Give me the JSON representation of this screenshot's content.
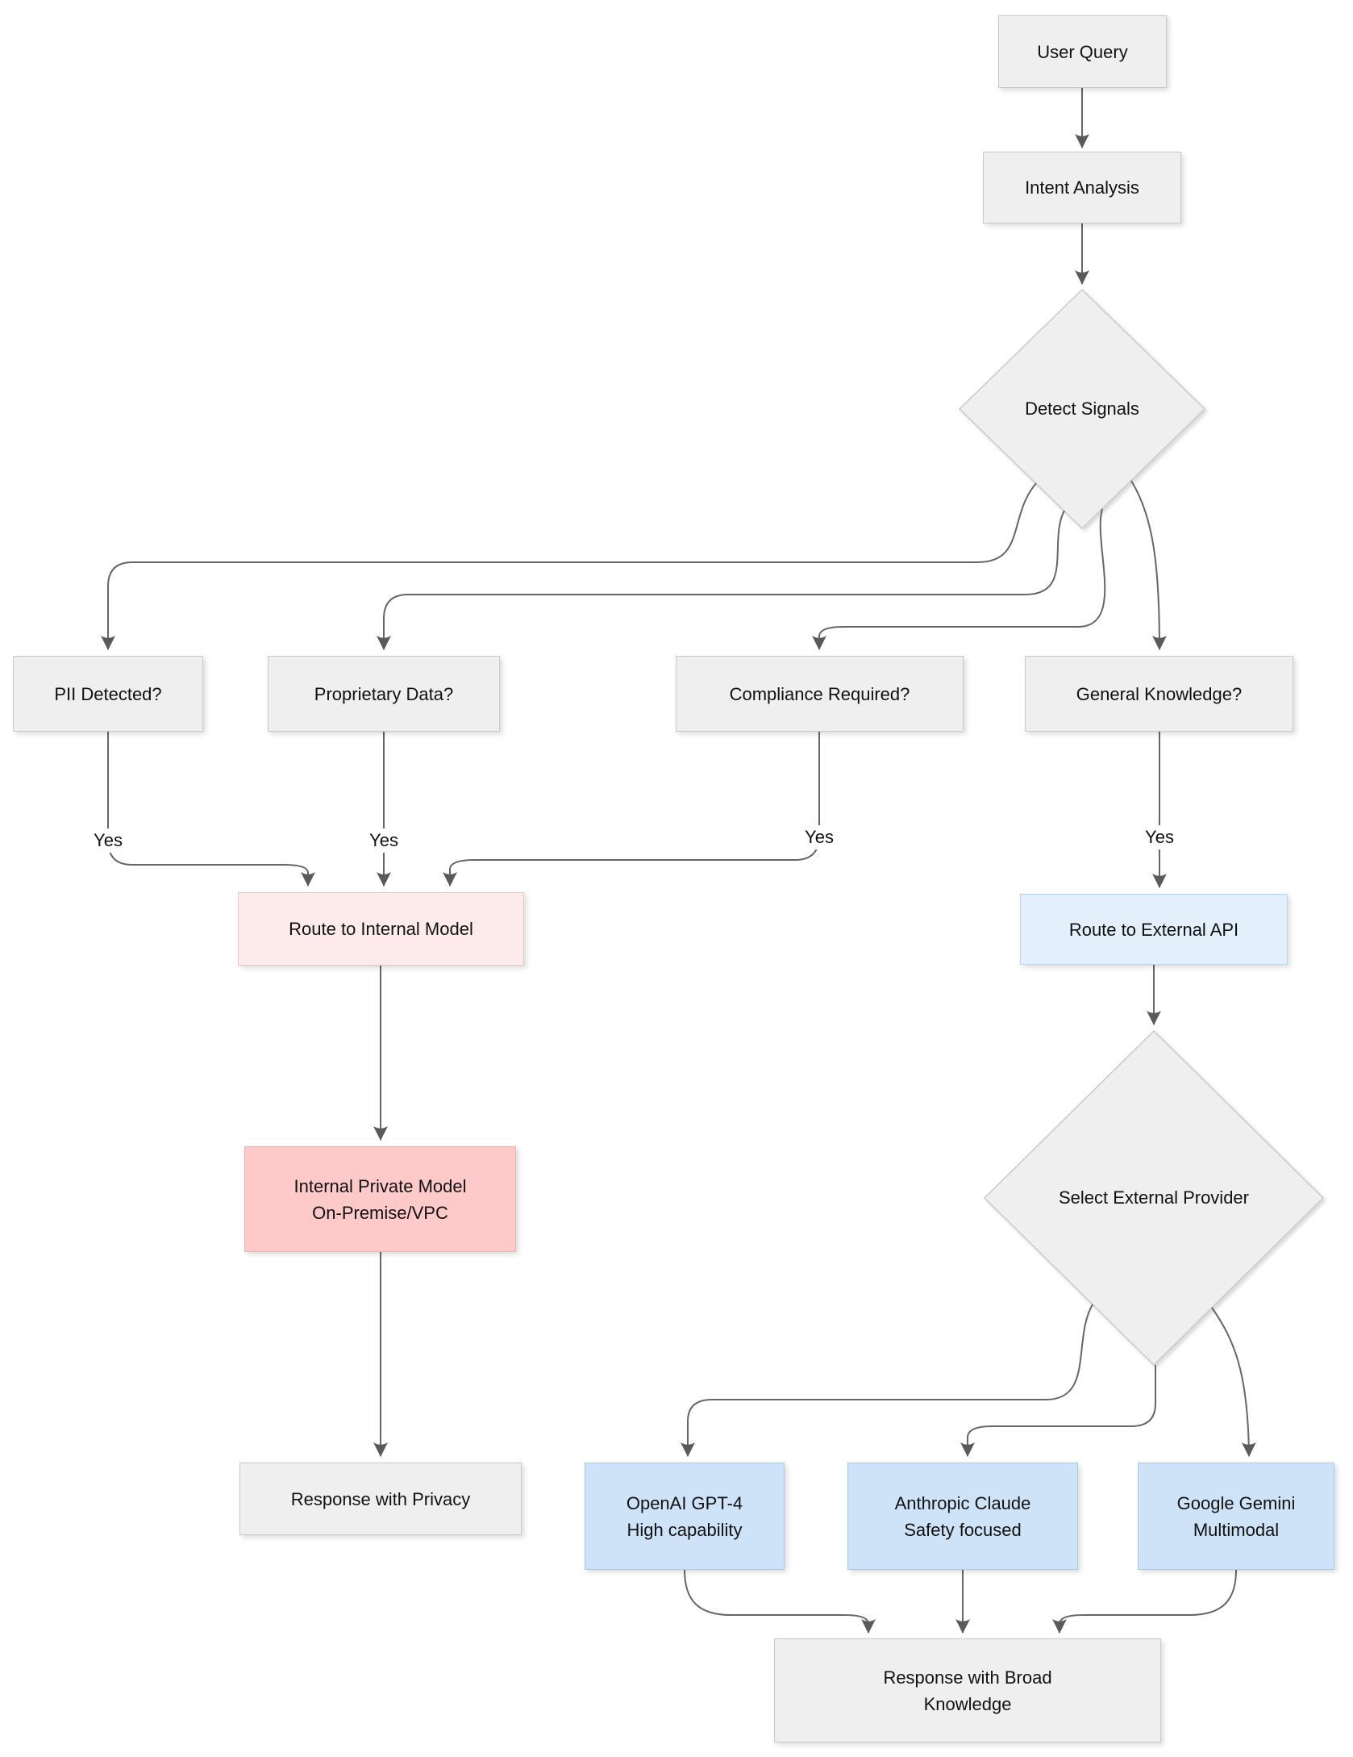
{
  "diagram": {
    "nodes": {
      "user_query": {
        "label": "User Query"
      },
      "intent_analysis": {
        "label": "Intent Analysis"
      },
      "detect_signals": {
        "label": "Detect Signals"
      },
      "pii": {
        "label": "PII Detected?"
      },
      "proprietary": {
        "label": "Proprietary Data?"
      },
      "compliance": {
        "label": "Compliance Required?"
      },
      "general": {
        "label": "General Knowledge?"
      },
      "route_internal": {
        "label": "Route to Internal Model"
      },
      "route_external": {
        "label": "Route to External API"
      },
      "internal_private": {
        "line1": "Internal Private Model",
        "line2": "On-Premise/VPC"
      },
      "select_provider": {
        "label": "Select External Provider"
      },
      "openai": {
        "line1": "OpenAI GPT-4",
        "line2": "High capability"
      },
      "anthropic": {
        "line1": "Anthropic Claude",
        "line2": "Safety focused"
      },
      "google": {
        "line1": "Google Gemini",
        "line2": "Multimodal"
      },
      "response_privacy": {
        "label": "Response with Privacy"
      },
      "response_broad": {
        "line1": "Response with Broad",
        "line2": "Knowledge"
      }
    },
    "edge_labels": [
      "Yes",
      "Yes",
      "Yes",
      "Yes"
    ],
    "colors": {
      "node_fill": "#efefef",
      "node_border": "#c9c9c9",
      "pink_light": "#fdeaea",
      "pink": "#fdc9c9",
      "blue_light": "#e3f0fc",
      "blue": "#cfe3f8",
      "edge": "#666666",
      "text": "#111111"
    }
  }
}
